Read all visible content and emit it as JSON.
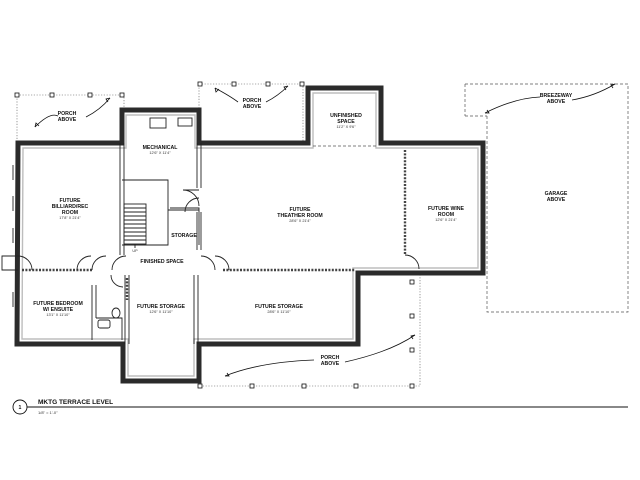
{
  "drawing": {
    "title": "MKTG TERRACE LEVEL",
    "scale": "1/8\" = 1'-0\"",
    "number": "1"
  },
  "rooms": {
    "billiard": {
      "name_1": "FUTURE",
      "name_2": "BILLIARD/REC",
      "name_3": "ROOM",
      "dims": "17'8\" X 21'4\""
    },
    "mechanical": {
      "name": "MECHANICAL",
      "dims": "12'6\" X 11'4\""
    },
    "storage_small": {
      "name": "STORAGE"
    },
    "finished_space": {
      "name": "FINISHED SPACE"
    },
    "theater": {
      "name_1": "FUTURE",
      "name_2": "THEATHER ROOM",
      "dims": "28'6\" X 21'4\""
    },
    "unfinished": {
      "name_1": "UNFINISHED",
      "name_2": "SPACE",
      "dims": "11'2\" X 9'6\""
    },
    "wine": {
      "name_1": "FUTURE WINE",
      "name_2": "ROOM",
      "dims": "12'6\" X 21'4\""
    },
    "garage": {
      "name_1": "GARAGE",
      "name_2": "ABOVE"
    },
    "bedroom": {
      "name_1": "FUTURE BEDROOM",
      "name_2": "W/ ENSUITE",
      "dims": "13'1\" X 11'10\""
    },
    "storage_1": {
      "name": "FUTURE STORAGE",
      "dims": "12'6\" X 11'10\""
    },
    "storage_2": {
      "name": "FUTURE STORAGE",
      "dims": "28'6\" X 11'10\""
    }
  },
  "annotations": {
    "porch_left": {
      "line_1": "PORCH",
      "line_2": "ABOVE"
    },
    "porch_mid": {
      "line_1": "PORCH",
      "line_2": "ABOVE"
    },
    "porch_bottom": {
      "line_1": "PORCH",
      "line_2": "ABOVE"
    },
    "breezeway": {
      "line_1": "BREEZEWAY",
      "line_2": "ABOVE"
    },
    "stair_up": "UP"
  }
}
